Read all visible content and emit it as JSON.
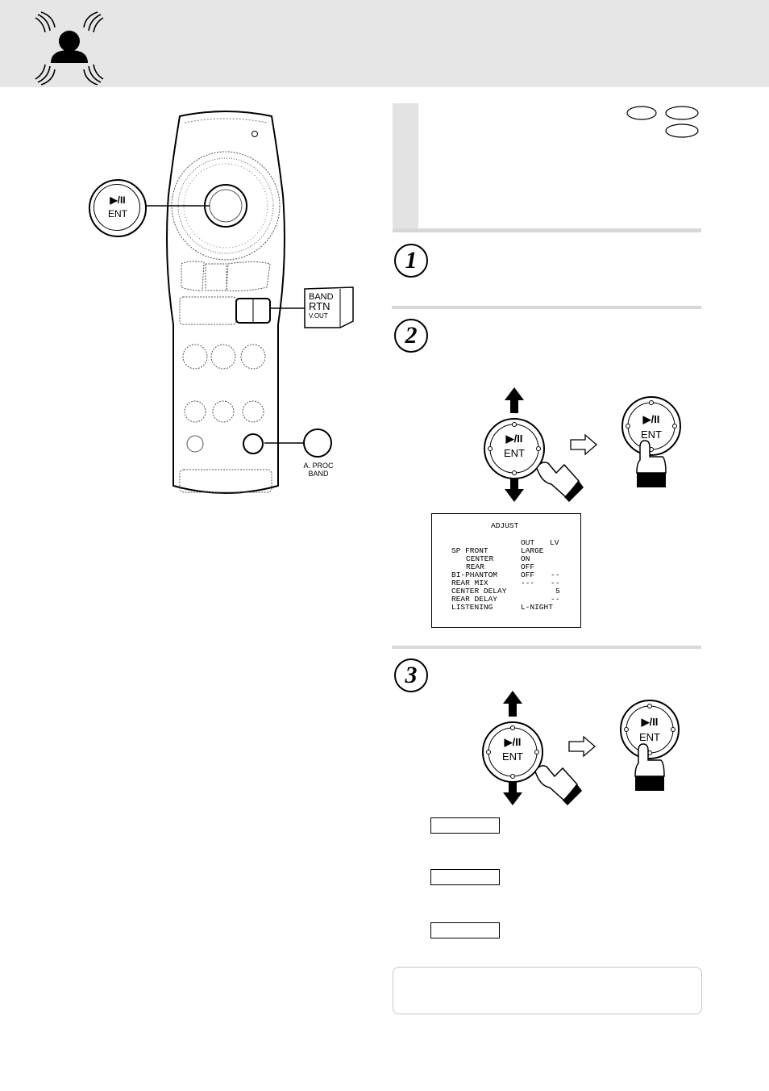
{
  "remote": {
    "joystick_callout": {
      "play_pause": "▶/II",
      "label": "ENT"
    },
    "rtn_callout": {
      "line1": "BAND",
      "line2": "RTN",
      "line3": "V.OUT"
    },
    "aproc_callout": {
      "line1": "A. PROC",
      "line2": "BAND"
    }
  },
  "steps": {
    "step1": {
      "number": "1"
    },
    "step2": {
      "number": "2"
    },
    "step3": {
      "number": "3"
    }
  },
  "ent_button": {
    "play_pause": "▶/II",
    "label": "ENT"
  },
  "osd": {
    "title": "ADJUST",
    "col_out": "OUT",
    "col_lv": "LV",
    "rows": [
      {
        "label": "SP FRONT",
        "out": "LARGE",
        "lv": ""
      },
      {
        "label": "CENTER",
        "out": "ON",
        "lv": ""
      },
      {
        "label": "REAR",
        "out": "OFF",
        "lv": ""
      },
      {
        "label": "BI-PHANTOM",
        "out": "OFF",
        "lv": "--"
      },
      {
        "label": "REAR MIX",
        "out": "---",
        "lv": "--"
      },
      {
        "label": "CENTER DELAY",
        "out": "",
        "lv": "5"
      },
      {
        "label": "REAR DELAY",
        "out": "",
        "lv": "--"
      },
      {
        "label": "LISTENING",
        "out": "L-NIGHT",
        "lv": ""
      }
    ]
  }
}
